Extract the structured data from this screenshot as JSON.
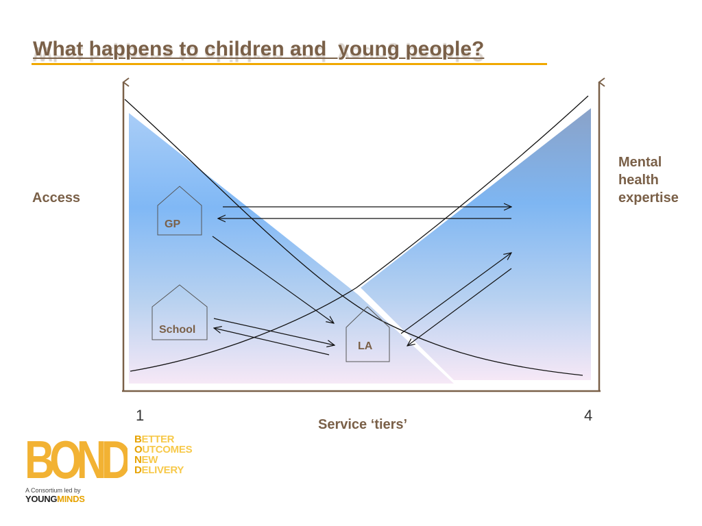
{
  "slide": {
    "title": "What happens to children and  young people?"
  },
  "axes": {
    "y_label": "Access",
    "x_label": "Service ‘tiers’",
    "x_tick_start": "1",
    "x_tick_end": "4",
    "right_label_lines": [
      "Mental",
      "health",
      "expertise"
    ]
  },
  "nodes": {
    "gp": "GP",
    "school": "School",
    "la": "LA"
  },
  "logo": {
    "bond_word": "BOND",
    "tagline": [
      {
        "first": "B",
        "rest": "ETTER"
      },
      {
        "first": "O",
        "rest": "UTCOMES"
      },
      {
        "first": "N",
        "rest": "EW"
      },
      {
        "first": "D",
        "rest": "ELIVERY"
      }
    ],
    "consortium": "A Consortium led by",
    "young": "YOUNG",
    "minds": "MINDS"
  },
  "colors": {
    "title": "#7a6048",
    "accent": "#f0a800",
    "axis": "#7a6048",
    "fill_top": "#7eb8f5",
    "fill_bottom": "#f4e8f6"
  }
}
